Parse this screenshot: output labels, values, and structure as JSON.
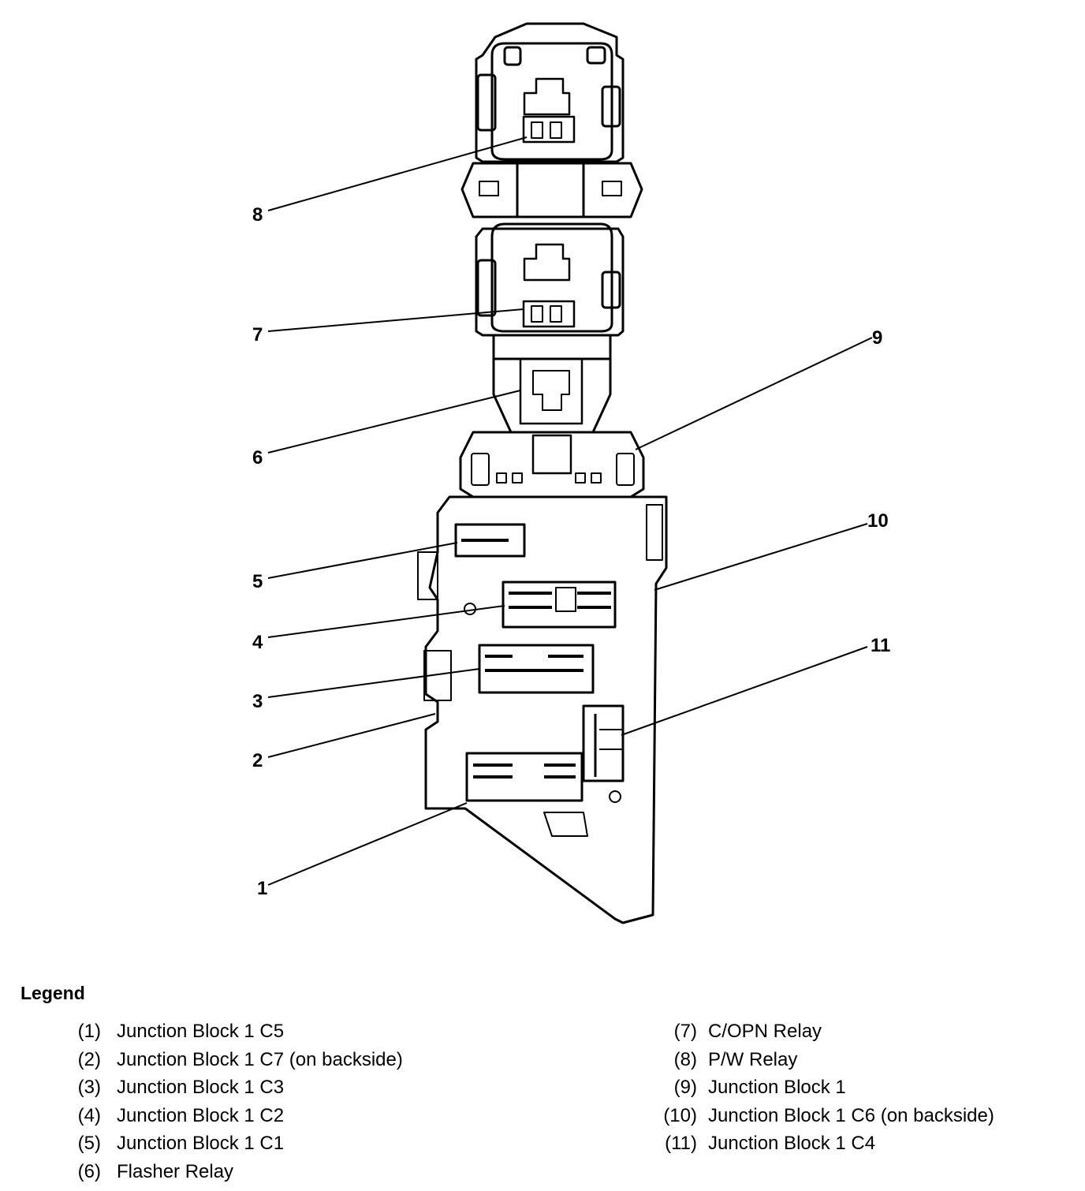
{
  "diagram": {
    "callouts": [
      "1",
      "2",
      "3",
      "4",
      "5",
      "6",
      "7",
      "8",
      "9",
      "10",
      "11"
    ]
  },
  "legend": {
    "title": "Legend",
    "left": [
      {
        "num": "(1)",
        "label": "Junction Block 1 C5"
      },
      {
        "num": "(2)",
        "label": "Junction Block 1 C7 (on backside)"
      },
      {
        "num": "(3)",
        "label": "Junction Block 1 C3"
      },
      {
        "num": "(4)",
        "label": "Junction Block 1 C2"
      },
      {
        "num": "(5)",
        "label": "Junction Block 1 C1"
      },
      {
        "num": "(6)",
        "label": "Flasher Relay"
      }
    ],
    "right": [
      {
        "num": "(7)",
        "label": "C/OPN Relay"
      },
      {
        "num": "(8)",
        "label": "P/W Relay"
      },
      {
        "num": "(9)",
        "label": "Junction Block 1"
      },
      {
        "num": "(10)",
        "label": "Junction Block 1 C6 (on backside)"
      },
      {
        "num": "(11)",
        "label": "Junction Block 1 C4"
      }
    ]
  }
}
